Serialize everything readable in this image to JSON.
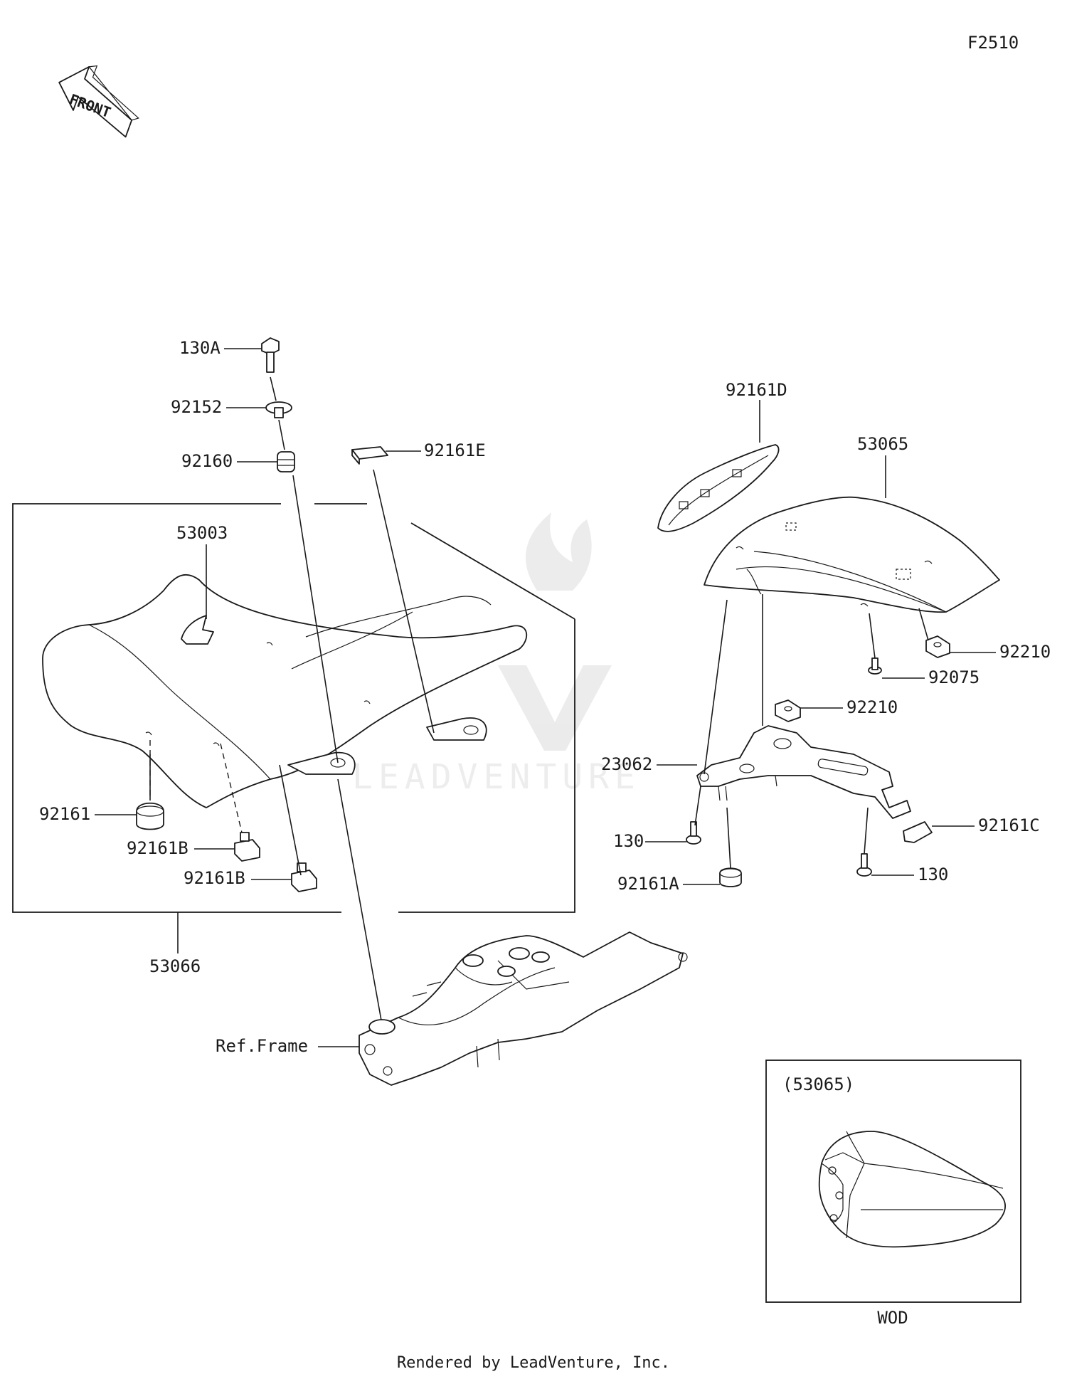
{
  "diagram_code": "F2510",
  "front_arrow_label": "FRONT",
  "watermark": "LEADVENTURE",
  "footer": "Rendered by LeadVenture, Inc.",
  "callouts": {
    "c130A": "130A",
    "c92152": "92152",
    "c92160": "92160",
    "c92161E": "92161E",
    "c53003": "53003",
    "c92161": "92161",
    "c92161B_1": "92161B",
    "c92161B_2": "92161B",
    "c53066": "53066",
    "cRefFrame": "Ref.Frame",
    "c92161D": "92161D",
    "c53065": "53065",
    "c92210_1": "92210",
    "c92075": "92075",
    "c92210_2": "92210",
    "c23062": "23062",
    "c92161C": "92161C",
    "c130_1": "130",
    "c130_2": "130",
    "c92161A": "92161A"
  },
  "inset": {
    "title": "(53065)",
    "caption": "WOD"
  }
}
